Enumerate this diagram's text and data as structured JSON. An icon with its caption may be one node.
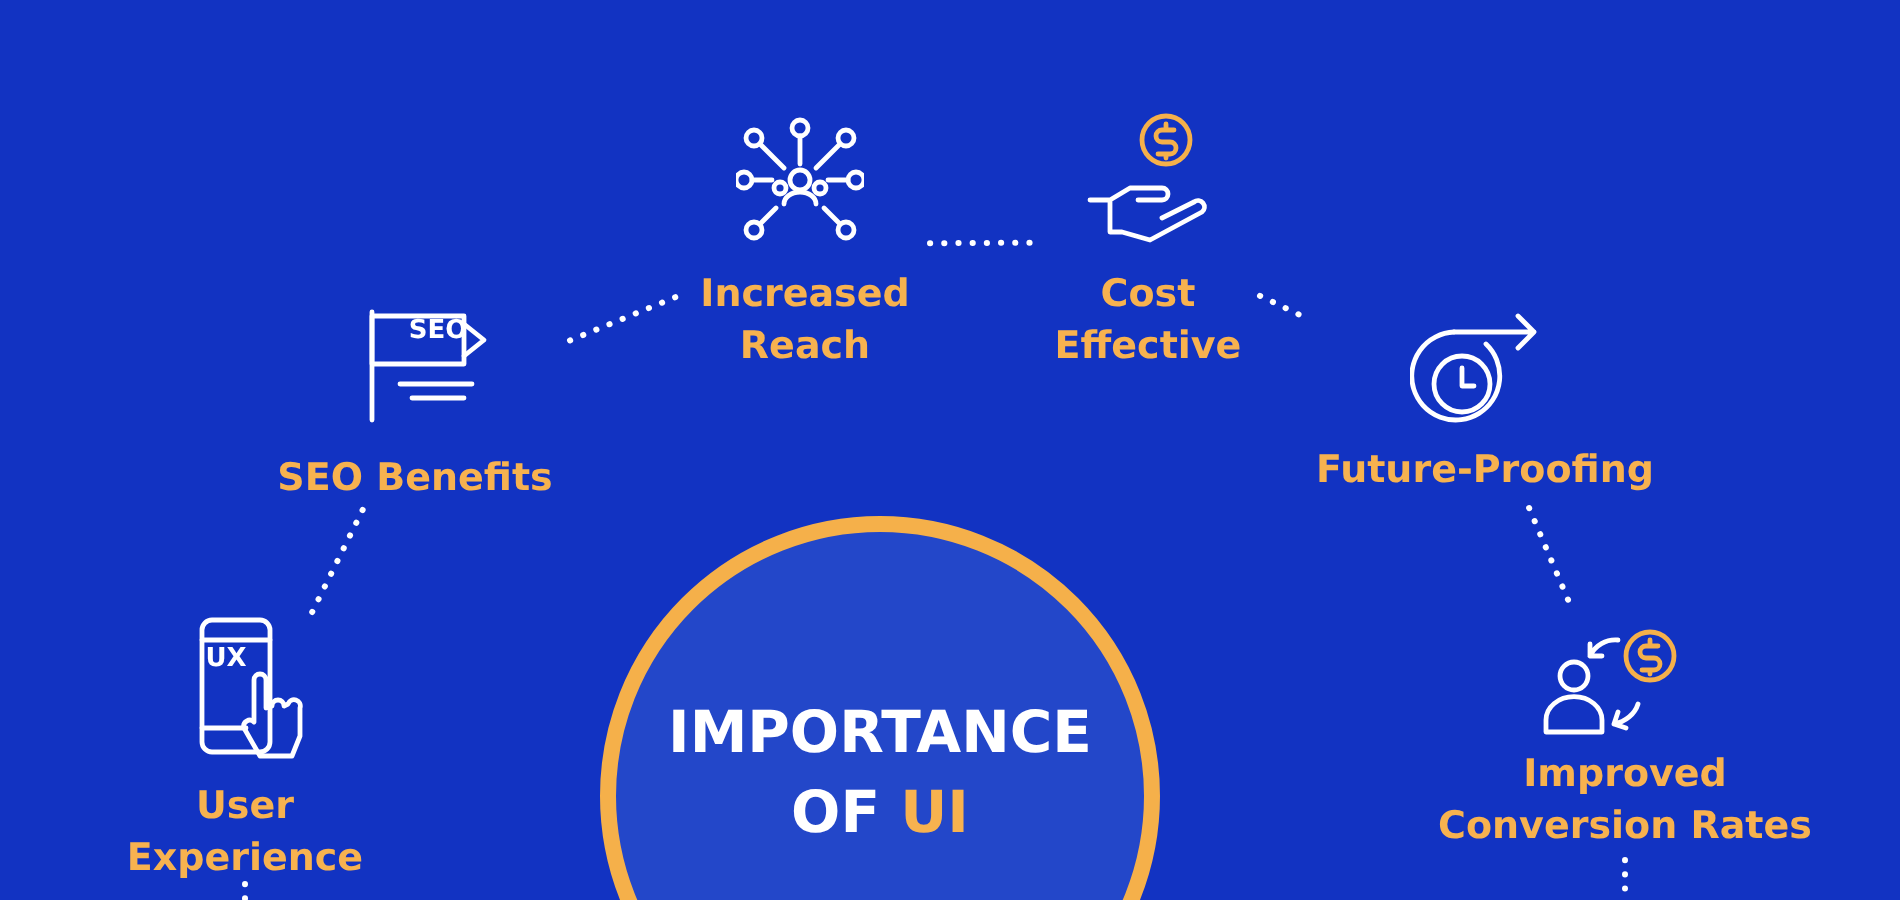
{
  "diagram": {
    "nodes": [
      {
        "text": [
          "User Experience"
        ]
      },
      {
        "text": [
          "SEO Benefits"
        ]
      },
      {
        "text": [
          "Increased Reach"
        ]
      },
      {
        "text": [
          "Cost Effective"
        ]
      },
      {
        "text": [
          "Future-Proofing"
        ]
      },
      {
        "text": [
          "Improved Conversion Rates"
        ]
      },
      {
        "text": [
          "IMPORTANCE OF UI"
        ]
      }
    ],
    "edges": [
      {
        "from": 0,
        "to": 1,
        "arrow": "none"
      },
      {
        "from": 1,
        "to": 2,
        "arrow": "none"
      },
      {
        "from": 2,
        "to": 3,
        "arrow": "none"
      },
      {
        "from": 3,
        "to": 4,
        "arrow": "none"
      },
      {
        "from": 4,
        "to": 5,
        "arrow": "none"
      },
      {
        "from": 5,
        "to": null,
        "arrow": "none"
      },
      {
        "from": 0,
        "to": null,
        "arrow": "none"
      }
    ],
    "labels": [
      "UX",
      "SEO"
    ]
  }
}
